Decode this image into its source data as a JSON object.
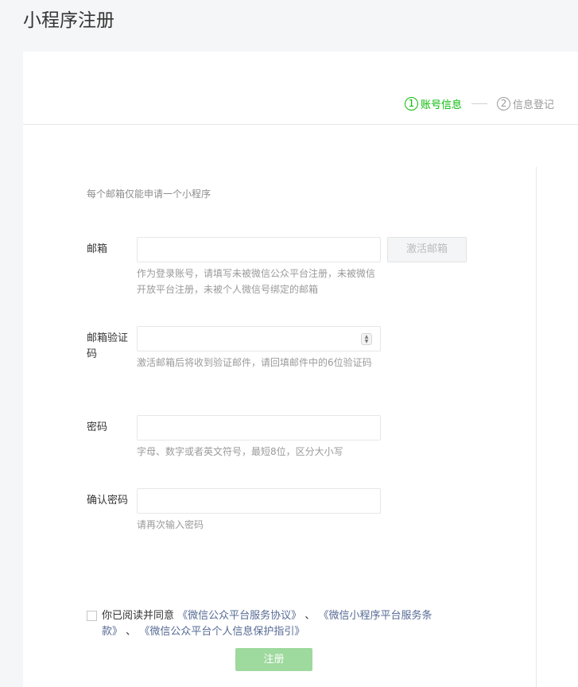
{
  "page": {
    "title": "小程序注册"
  },
  "steps": [
    {
      "num": "1",
      "label": "账号信息",
      "active": true
    },
    {
      "num": "2",
      "label": "信息登记",
      "active": false
    }
  ],
  "form": {
    "notice": "每个邮箱仅能申请一个小程序",
    "email": {
      "label": "邮箱",
      "value": "",
      "hint": "作为登录账号，请填写未被微信公众平台注册，未被微信开放平台注册，未被个人微信号绑定的邮箱",
      "activate_button": "激活邮箱"
    },
    "verify_code": {
      "label": "邮箱验证码",
      "value": "",
      "hint": "激活邮箱后将收到验证邮件，请回填邮件中的6位验证码"
    },
    "password": {
      "label": "密码",
      "value": "",
      "hint": "字母、数字或者英文符号，最短8位，区分大小写"
    },
    "confirm_password": {
      "label": "确认密码",
      "value": "",
      "hint": "请再次输入密码"
    }
  },
  "agreement": {
    "prefix": "你已阅读并同意",
    "link1": "《微信公众平台服务协议》",
    "sep1": "、",
    "link2": "《微信小程序平台服务条款》",
    "sep2": "、",
    "link3": "《微信公众平台个人信息保护指引》",
    "checked": false
  },
  "submit_label": "注册",
  "colors": {
    "accent": "#09bb07",
    "submit_disabled": "#9ed99d",
    "link": "#576b95"
  }
}
